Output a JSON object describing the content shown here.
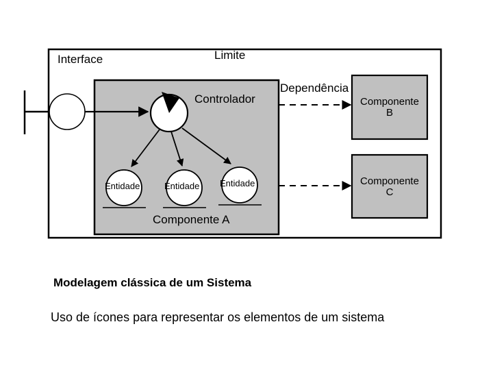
{
  "slide": {
    "background_color": "#ffffff",
    "diagram": {
      "boundary_box": {
        "label": "Limite",
        "interface_label": "Interface",
        "border_color": "#000000",
        "fill_color": "#ffffff"
      },
      "component_a": {
        "label": "Componente A",
        "fill_color": "#c0c0c0",
        "border_color": "#000000",
        "controller": {
          "label": "Controlador",
          "icon": "control-circle-icon"
        },
        "entities": [
          {
            "label": "Entidade",
            "icon": "entity-circle-icon"
          },
          {
            "label": "Entidade",
            "icon": "entity-circle-icon"
          },
          {
            "label": "Entidade",
            "icon": "entity-circle-icon"
          }
        ]
      },
      "dependency": {
        "label": "Dependência",
        "style": "dashed-arrow",
        "count": 2
      },
      "components_right": [
        {
          "line1": "Componente",
          "line2": "B",
          "fill_color": "#c0c0c0",
          "border_color": "#000000"
        },
        {
          "line1": "Componente",
          "line2": "C",
          "fill_color": "#c0c0c0",
          "border_color": "#000000"
        }
      ]
    },
    "caption": {
      "title": "Modelagem clássica de um Sistema",
      "body": "Uso de ícones para representar os elementos de um sistema"
    }
  }
}
